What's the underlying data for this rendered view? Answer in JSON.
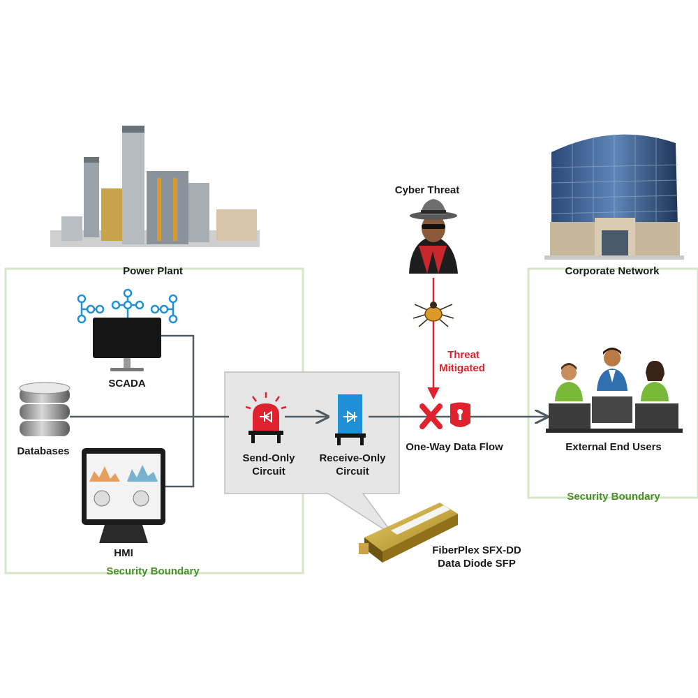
{
  "nodes": {
    "power_plant": "Power Plant",
    "corporate_network": "Corporate Network",
    "cyber_threat": "Cyber Threat",
    "threat_mitigated_line1": "Threat",
    "threat_mitigated_line2": "Mitigated",
    "scada": "SCADA",
    "databases": "Databases",
    "hmi": "HMI",
    "send_only_line1": "Send-Only",
    "send_only_line2": "Circuit",
    "receive_only_line1": "Receive-Only",
    "receive_only_line2": "Circuit",
    "one_way": "One-Way Data Flow",
    "external_users": "External End Users",
    "security_boundary_left": "Security Boundary",
    "security_boundary_right": "Security Boundary",
    "product_line1": "FiberPlex SFX-DD",
    "product_line2": "Data Diode SFP"
  },
  "colors": {
    "boundary": "#d6e6c9",
    "line": "#4f5a63",
    "threat": "#e0212e",
    "green_text": "#4a8f2a",
    "diode_send": "#e0212e",
    "diode_receive": "#1f8fd8",
    "callout": "#e6e6e6"
  }
}
